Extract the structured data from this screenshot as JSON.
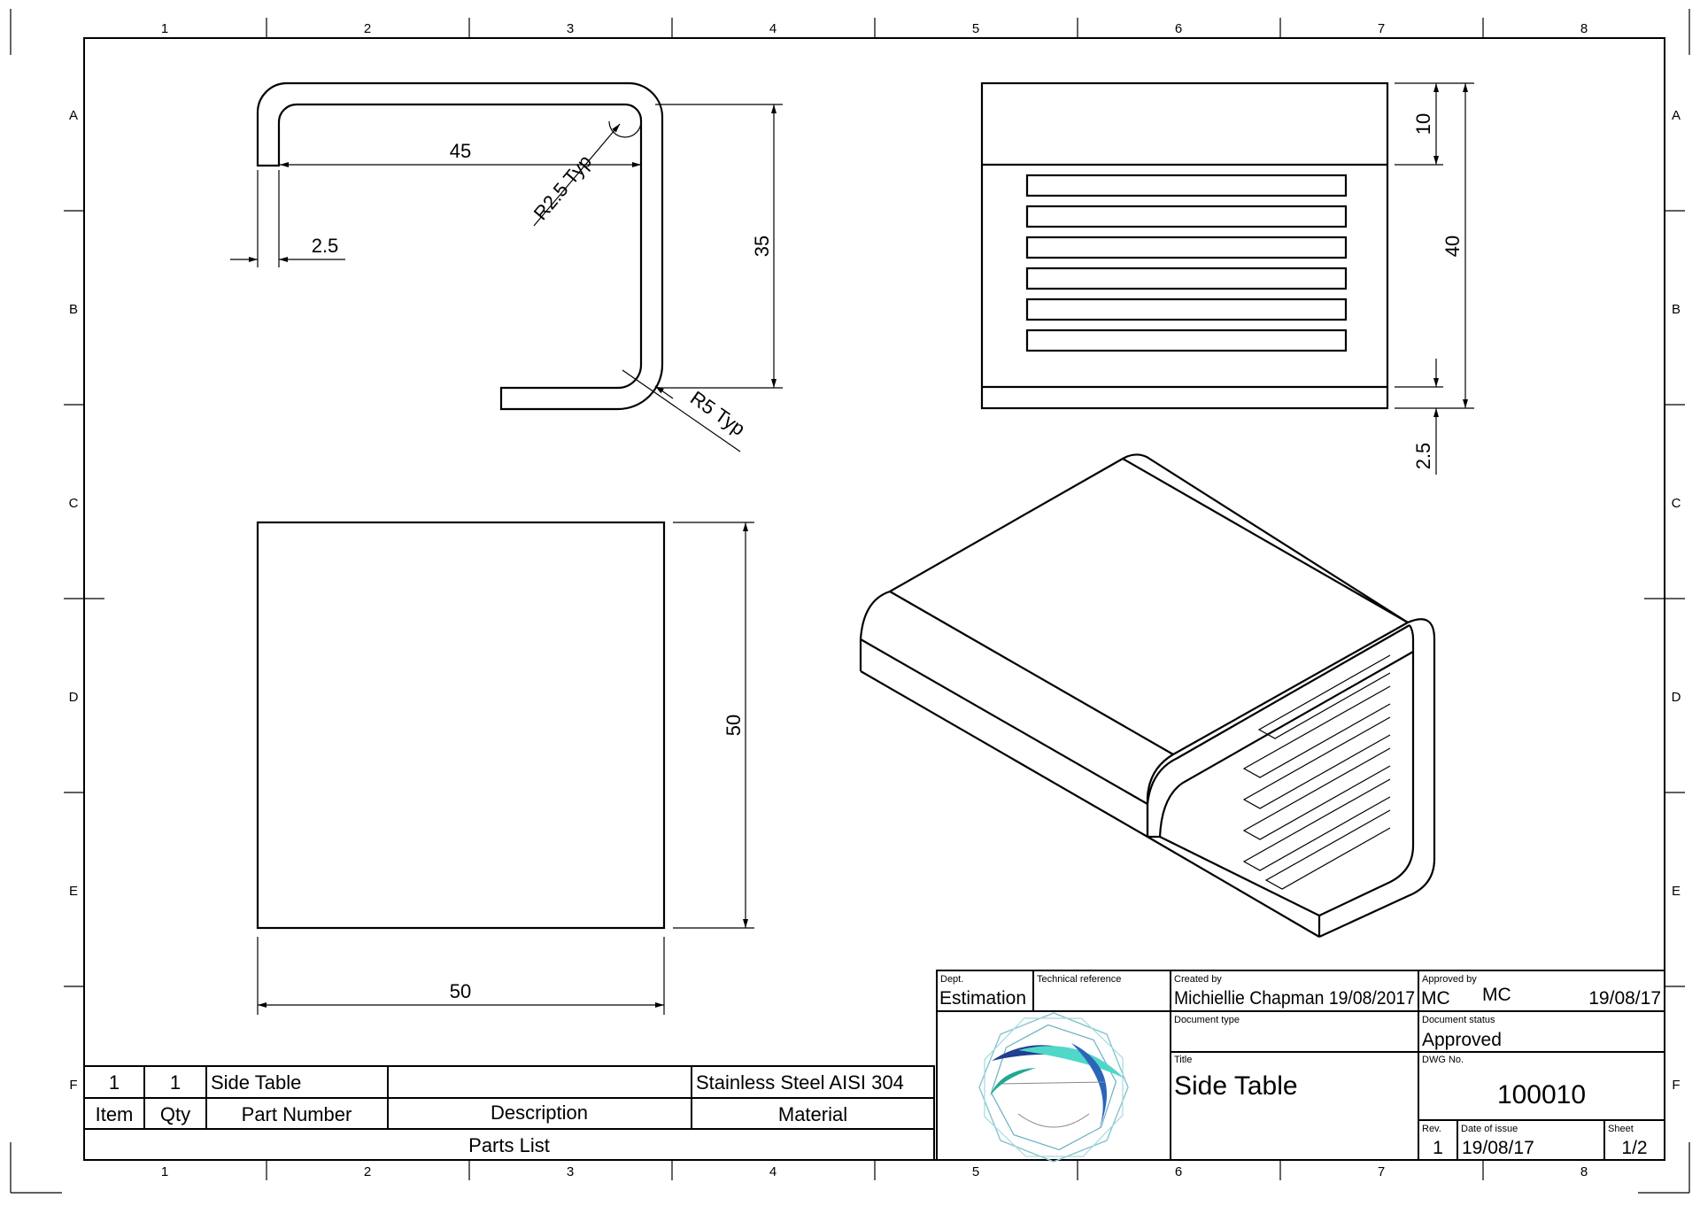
{
  "zones": {
    "columns": [
      "1",
      "2",
      "3",
      "4",
      "5",
      "6",
      "7",
      "8"
    ],
    "rows": [
      "A",
      "B",
      "C",
      "D",
      "E",
      "F"
    ]
  },
  "dimensions": {
    "side_width": "45",
    "side_thickness": "2.5",
    "side_inner_radius": "R2.5 Typ",
    "side_outer_radius": "R5 Typ",
    "side_height": "35",
    "front_top_band": "10",
    "front_total_height": "40",
    "front_bottom_band": "2.5",
    "top_width": "50",
    "top_depth": "50"
  },
  "parts_list": {
    "title": "Parts List",
    "headers": [
      "Item",
      "Qty",
      "Part Number",
      "Description",
      "Material"
    ],
    "rows": [
      {
        "item": "1",
        "qty": "1",
        "part_number": "Side Table",
        "description": "",
        "material": "Stainless Steel AISI 304"
      }
    ]
  },
  "title_block": {
    "dept_label": "Dept.",
    "dept_value": "Estimation",
    "tech_ref_label": "Technical reference",
    "created_label": "Created by",
    "created_value": "Michiellie Chapman 19/08/2017",
    "approved_label": "Approved by",
    "approved_by_1": "MC",
    "approved_by_2": "MC",
    "approved_date": "19/08/17",
    "doc_type_label": "Document type",
    "doc_status_label": "Document status",
    "doc_status_value": "Approved",
    "title_label": "Title",
    "title_value": "Side Table",
    "dwg_label": "DWG No.",
    "dwg_value": "100010",
    "rev_label": "Rev.",
    "rev_value": "1",
    "issue_label": "Date of issue",
    "issue_value": "19/08/17",
    "sheet_label": "Sheet",
    "sheet_value": "1/2"
  },
  "logo": {
    "name": "chapman-creations-logo",
    "colors": [
      "#1f3f8f",
      "#4fd8c8",
      "#20a890"
    ]
  }
}
